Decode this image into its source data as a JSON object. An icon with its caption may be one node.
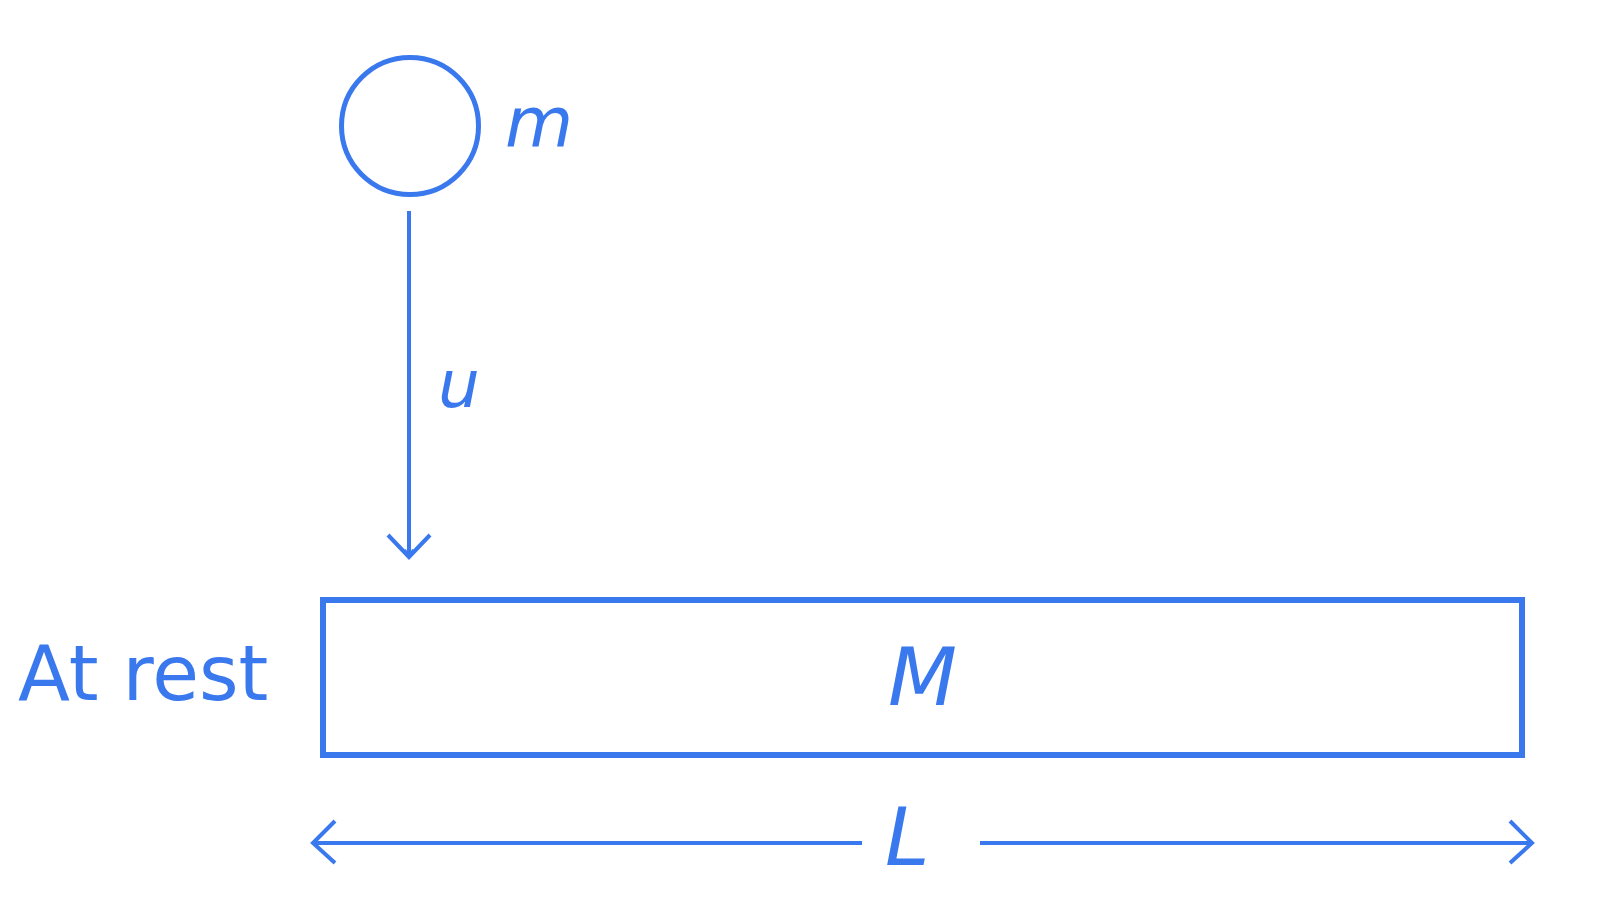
{
  "diagram": {
    "nodes": [
      {
        "text": [],
        "shape": "circle",
        "beside": [
          "m"
        ]
      },
      {
        "text": [
          "M"
        ],
        "beside": [
          "At rest"
        ]
      }
    ],
    "labels": [
      "u",
      "L"
    ]
  }
}
